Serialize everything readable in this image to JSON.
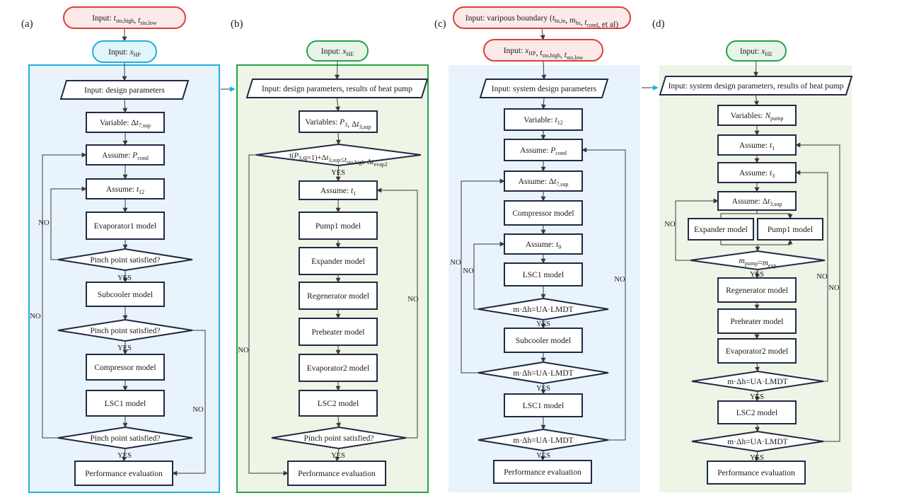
{
  "panels": [
    {
      "id": "a",
      "label": "(a)",
      "bg": "#e9f3fc",
      "border": "#1fb0e0"
    },
    {
      "id": "b",
      "label": "(b)",
      "bg": "#eef4e6",
      "border": "#22a447"
    },
    {
      "id": "c",
      "label": "(c)",
      "bg": "#e9f3fc",
      "border": ""
    },
    {
      "id": "d",
      "label": "(d)",
      "bg": "#eef4e6",
      "border": ""
    }
  ],
  "colors": {
    "red_terminal": "#d9403a",
    "red_fill": "#fde9e7",
    "blue_terminal": "#1fb0e0",
    "blue_fill": "#e2f5fc",
    "green_terminal": "#22a447",
    "green_fill": "#e7f5e9",
    "box_stroke": "#1f2a44"
  },
  "nodes": {
    "a_in1": {
      "parts": [
        [
          "Input: ",
          ""
        ],
        [
          "t",
          "sto,high"
        ],
        [
          ", ",
          ""
        ],
        [
          "t",
          "sto,low"
        ]
      ]
    },
    "a_in2": {
      "parts": [
        [
          "Input: ",
          ""
        ],
        [
          "x",
          "HP"
        ]
      ]
    },
    "a_in3": {
      "parts": [
        [
          "Input: design parameters",
          ""
        ]
      ]
    },
    "a_var": {
      "parts": [
        [
          "Variable:  Δ",
          ""
        ],
        [
          "t",
          "7,sup"
        ]
      ]
    },
    "a_pc": {
      "parts": [
        [
          "Assume: ",
          ""
        ],
        [
          "P",
          "cond"
        ]
      ]
    },
    "a_t12": {
      "parts": [
        [
          "Assume: ",
          ""
        ],
        [
          "t",
          "12"
        ]
      ]
    },
    "a_ev1": {
      "parts": [
        [
          "Evaporator1 model",
          ""
        ]
      ]
    },
    "a_p1": {
      "parts": [
        [
          "Pinch point satisfied?",
          ""
        ]
      ]
    },
    "a_sub": {
      "parts": [
        [
          "Subcooler model",
          ""
        ]
      ]
    },
    "a_p2": {
      "parts": [
        [
          "Pinch point satisfied?",
          ""
        ]
      ]
    },
    "a_comp": {
      "parts": [
        [
          "Compressor model",
          ""
        ]
      ]
    },
    "a_lsc1": {
      "parts": [
        [
          "LSC1 model",
          ""
        ]
      ]
    },
    "a_p3": {
      "parts": [
        [
          "Pinch point satisfied?",
          ""
        ]
      ]
    },
    "a_perf": {
      "parts": [
        [
          "Performance evaluation",
          ""
        ]
      ]
    },
    "b_in1": {
      "parts": [
        [
          "Input: ",
          ""
        ],
        [
          "x",
          "HE"
        ]
      ]
    },
    "b_in2": {
      "parts": [
        [
          "Input: design parameters, results of heat pump",
          ""
        ]
      ]
    },
    "b_var": {
      "parts": [
        [
          "Variables:  ",
          ""
        ],
        [
          "P",
          "3"
        ],
        [
          ", Δ",
          ""
        ],
        [
          "t",
          "3,sup"
        ]
      ]
    },
    "b_cond": {
      "parts": [
        [
          "t(",
          ""
        ],
        [
          "P",
          "3"
        ],
        [
          ",q=1)+Δ",
          ""
        ],
        [
          "t",
          "3,sup"
        ],
        [
          "≤",
          ""
        ],
        [
          "t",
          "sto,high"
        ],
        [
          "-Δ",
          ""
        ],
        [
          "t",
          "evap2"
        ]
      ]
    },
    "b_t1": {
      "parts": [
        [
          "Assume: ",
          ""
        ],
        [
          "t",
          "1"
        ]
      ]
    },
    "b_pump": {
      "parts": [
        [
          "Pump1 model",
          ""
        ]
      ]
    },
    "b_exp": {
      "parts": [
        [
          "Expander model",
          ""
        ]
      ]
    },
    "b_reg": {
      "parts": [
        [
          "Regenerator model",
          ""
        ]
      ]
    },
    "b_pre": {
      "parts": [
        [
          "Preheater model",
          ""
        ]
      ]
    },
    "b_ev2": {
      "parts": [
        [
          "Evaporator2 model",
          ""
        ]
      ]
    },
    "b_lsc2": {
      "parts": [
        [
          "LSC2 model",
          ""
        ]
      ]
    },
    "b_pp": {
      "parts": [
        [
          "Pinch point satisfied?",
          ""
        ]
      ]
    },
    "b_perf": {
      "parts": [
        [
          "Performance evaluation",
          ""
        ]
      ]
    },
    "c_in1": {
      "parts": [
        [
          "Input: varipous boundary (",
          ""
        ],
        [
          "t",
          "hs,in"
        ],
        [
          ", ",
          ""
        ],
        [
          "m",
          "hs"
        ],
        [
          ", ",
          ""
        ],
        [
          "t",
          "cond"
        ],
        [
          ", et al)",
          ""
        ]
      ]
    },
    "c_in2": {
      "parts": [
        [
          "Input: ",
          ""
        ],
        [
          "x",
          "HP"
        ],
        [
          ", ",
          ""
        ],
        [
          "t",
          "sto,high"
        ],
        [
          ", ",
          ""
        ],
        [
          "t",
          "sto,low"
        ]
      ]
    },
    "c_in3": {
      "parts": [
        [
          "Input:  system design parameters",
          ""
        ]
      ]
    },
    "c_var": {
      "parts": [
        [
          "Variable:  ",
          ""
        ],
        [
          "t",
          "12"
        ]
      ]
    },
    "c_pc": {
      "parts": [
        [
          "Assume: ",
          ""
        ],
        [
          "P",
          "cond"
        ]
      ]
    },
    "c_dt7": {
      "parts": [
        [
          "Assume: Δ",
          ""
        ],
        [
          "t",
          "7,sup"
        ]
      ]
    },
    "c_comp": {
      "parts": [
        [
          "Compressor model",
          ""
        ]
      ]
    },
    "c_t9": {
      "parts": [
        [
          "Assume: ",
          ""
        ],
        [
          "t",
          "9"
        ]
      ]
    },
    "c_lsc1": {
      "parts": [
        [
          "LSC1 model",
          ""
        ]
      ]
    },
    "c_d1": {
      "parts": [
        [
          "m·Δh=UA·LMDT",
          ""
        ]
      ]
    },
    "c_sub": {
      "parts": [
        [
          "Subcooler model",
          ""
        ]
      ]
    },
    "c_d2": {
      "parts": [
        [
          "m·Δh=UA·LMDT",
          ""
        ]
      ]
    },
    "c_lsc1b": {
      "parts": [
        [
          "LSC1 model",
          ""
        ]
      ]
    },
    "c_d3": {
      "parts": [
        [
          "m·Δh=UA·LMDT",
          ""
        ]
      ]
    },
    "c_perf": {
      "parts": [
        [
          "Performance evaluation",
          ""
        ]
      ]
    },
    "d_in1": {
      "parts": [
        [
          "Input: ",
          ""
        ],
        [
          "x",
          "HE"
        ]
      ]
    },
    "d_in2": {
      "parts": [
        [
          "Input:  system design parameters, results of heat pump",
          ""
        ]
      ]
    },
    "d_var": {
      "parts": [
        [
          "Variables:  ",
          ""
        ],
        [
          "N",
          "pump"
        ]
      ]
    },
    "d_t1": {
      "parts": [
        [
          "Assume: ",
          ""
        ],
        [
          "t",
          "1"
        ]
      ]
    },
    "d_t3": {
      "parts": [
        [
          "Assume: ",
          ""
        ],
        [
          "t",
          "3"
        ]
      ]
    },
    "d_dt3": {
      "parts": [
        [
          "Assume: Δ",
          ""
        ],
        [
          "t",
          "3,sup"
        ]
      ]
    },
    "d_exp": {
      "parts": [
        [
          "Expander model",
          ""
        ]
      ]
    },
    "d_pump": {
      "parts": [
        [
          "Pump1 model",
          ""
        ]
      ]
    },
    "d_mm": {
      "parts": [
        [
          "m",
          "pump"
        ],
        [
          "=",
          ""
        ],
        [
          "m",
          "exp"
        ]
      ]
    },
    "d_reg": {
      "parts": [
        [
          "Regenerator model",
          ""
        ]
      ]
    },
    "d_pre": {
      "parts": [
        [
          "Preheater model",
          ""
        ]
      ]
    },
    "d_ev2": {
      "parts": [
        [
          "Evaporator2 model",
          ""
        ]
      ]
    },
    "d_d1": {
      "parts": [
        [
          "m·Δh=UA·LMDT",
          ""
        ]
      ]
    },
    "d_lsc2": {
      "parts": [
        [
          "LSC2 model",
          ""
        ]
      ]
    },
    "d_d2": {
      "parts": [
        [
          "m·Δh=UA·LMDT",
          ""
        ]
      ]
    },
    "d_perf": {
      "parts": [
        [
          "Performance evaluation",
          ""
        ]
      ]
    }
  },
  "edges": [
    {
      "id": "a_e1"
    },
    {
      "id": "a_e2"
    },
    {
      "id": "a_e3"
    },
    {
      "id": "a_e4"
    },
    {
      "id": "a_e5"
    },
    {
      "id": "a_e6"
    },
    {
      "id": "a_e7"
    },
    {
      "id": "a_e8",
      "label": "YES"
    },
    {
      "id": "a_e9"
    },
    {
      "id": "a_e10",
      "label": "YES"
    },
    {
      "id": "a_e11"
    },
    {
      "id": "a_e12"
    },
    {
      "id": "a_e13",
      "label": "YES"
    },
    {
      "id": "a_no1",
      "label": "NO"
    },
    {
      "id": "a_no2",
      "label": "NO"
    },
    {
      "id": "a_no3",
      "label": "NO"
    },
    {
      "id": "ab_link"
    },
    {
      "id": "b_e1"
    },
    {
      "id": "b_e2"
    },
    {
      "id": "b_e3",
      "label": "YES"
    },
    {
      "id": "b_e4"
    },
    {
      "id": "b_e5"
    },
    {
      "id": "b_e6"
    },
    {
      "id": "b_e7"
    },
    {
      "id": "b_e8"
    },
    {
      "id": "b_e9"
    },
    {
      "id": "b_e10"
    },
    {
      "id": "b_e11",
      "label": "YES"
    },
    {
      "id": "b_no1",
      "label": "NO"
    },
    {
      "id": "b_no2",
      "label": "NO"
    },
    {
      "id": "c_e1"
    },
    {
      "id": "c_e2"
    },
    {
      "id": "c_e3"
    },
    {
      "id": "c_e4"
    },
    {
      "id": "c_e5"
    },
    {
      "id": "c_e6"
    },
    {
      "id": "c_e7"
    },
    {
      "id": "c_e8"
    },
    {
      "id": "c_e9",
      "label": "YES"
    },
    {
      "id": "c_e10"
    },
    {
      "id": "c_e11",
      "label": "YES"
    },
    {
      "id": "c_e12"
    },
    {
      "id": "c_e13",
      "label": "YES"
    },
    {
      "id": "c_no1",
      "label": "NO"
    },
    {
      "id": "c_no2",
      "label": "NO"
    },
    {
      "id": "c_no3",
      "label": "NO"
    },
    {
      "id": "cd_link"
    },
    {
      "id": "d_e1"
    },
    {
      "id": "d_e2"
    },
    {
      "id": "d_e3"
    },
    {
      "id": "d_e4"
    },
    {
      "id": "d_e5"
    },
    {
      "id": "d_e6"
    },
    {
      "id": "d_e7"
    },
    {
      "id": "d_e8",
      "label": "YES"
    },
    {
      "id": "d_e9"
    },
    {
      "id": "d_e10"
    },
    {
      "id": "d_e11"
    },
    {
      "id": "d_e12",
      "label": "YES"
    },
    {
      "id": "d_e13"
    },
    {
      "id": "d_e14",
      "label": "YES"
    },
    {
      "id": "d_no1",
      "label": "NO"
    },
    {
      "id": "d_no2",
      "label": "NO"
    },
    {
      "id": "d_no3",
      "label": "NO"
    }
  ]
}
